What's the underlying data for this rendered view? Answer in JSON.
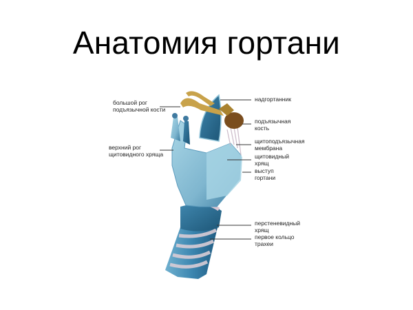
{
  "slide": {
    "title": "Анатомия гортани",
    "background_color": "#ffffff"
  },
  "diagram": {
    "subject": "larynx anatomy illustration",
    "colors": {
      "cartilage": "#8fc3d8",
      "cartilage_dark": "#2e6f92",
      "bone": "#c8a24a",
      "hyoid_body": "#7a4d1e",
      "membrane": "#c9b8c6",
      "leader_line": "#333333"
    },
    "labels_left": [
      {
        "id": "greater-horn-hyoid",
        "text": "большой рог\nподъязычной кости"
      },
      {
        "id": "superior-horn-thyroid",
        "text": "верхний рог\nщитовидного хряща"
      }
    ],
    "labels_right": [
      {
        "id": "epiglottis",
        "text": "надгортанник"
      },
      {
        "id": "hyoid-bone",
        "text": "подъязычная\nкость"
      },
      {
        "id": "thyrohyoid-membrane",
        "text": "щитоподъязычная\nмембрана"
      },
      {
        "id": "thyroid-cartilage",
        "text": "щитовидный\nхрящ"
      },
      {
        "id": "laryngeal-prominence",
        "text": "выступ\nгортани"
      },
      {
        "id": "cricoid-cartilage",
        "text": "перстеневидный\nхрящ"
      },
      {
        "id": "first-tracheal-ring",
        "text": "первое кольцо\nтрахеи"
      }
    ]
  }
}
